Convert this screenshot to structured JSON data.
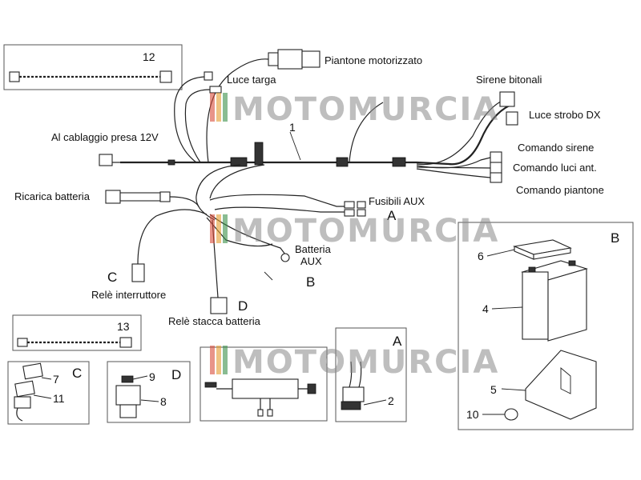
{
  "watermark": {
    "text": "MOTOMURCIA"
  },
  "labels": {
    "piantone_motorizzato": "Piantone motorizzato",
    "luce_targa": "Luce targa",
    "sirene_bitonali": "Sirene bitonali",
    "luce_strobo_dx": "Luce strobo DX",
    "al_cablaggio": "Al cablaggio presa 12V",
    "comando_sirene": "Comando sirene",
    "comando_luci": "Comando luci ant.",
    "comando_piantone": "Comando piantone",
    "ricarica_batteria": "Ricarica batteria",
    "fusibili_aux": "Fusibili AUX",
    "batteria_aux_1": "Batteria",
    "batteria_aux_2": "AUX",
    "rele_interruttore": "Relè interruttore",
    "rele_stacca": "Relè stacca batteria"
  },
  "letters": {
    "A": "A",
    "B": "B",
    "C": "C",
    "D": "D"
  },
  "numbers": {
    "n1": "1",
    "n2": "2",
    "n4": "4",
    "n5": "5",
    "n6": "6",
    "n7": "7",
    "n8": "8",
    "n9": "9",
    "n10": "10",
    "n11": "11",
    "n12": "12",
    "n13": "13"
  }
}
